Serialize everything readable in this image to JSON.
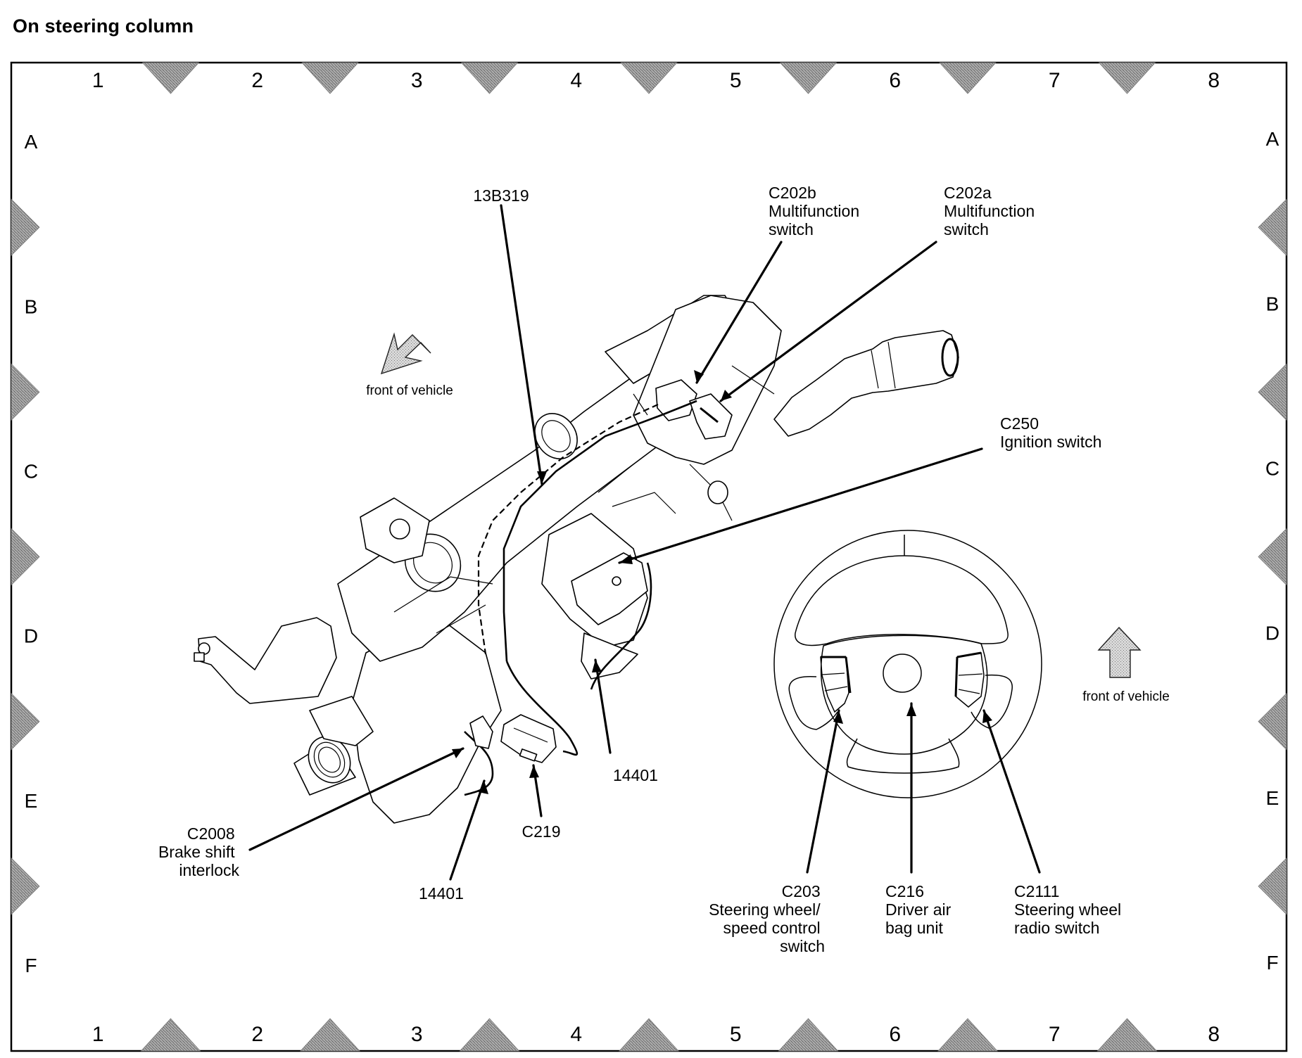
{
  "title": "On steering column",
  "grid": {
    "columns": [
      "1",
      "2",
      "3",
      "4",
      "5",
      "6",
      "7",
      "8"
    ],
    "rows": [
      "A",
      "B",
      "C",
      "D",
      "E",
      "F"
    ]
  },
  "orientation": {
    "left_arrow_label": "front of vehicle",
    "right_arrow_label": "front of vehicle"
  },
  "callouts": {
    "c13b319": {
      "lines": [
        "13B319"
      ]
    },
    "c202b": {
      "lines": [
        "C202b",
        "Multifunction",
        "switch"
      ]
    },
    "c202a": {
      "lines": [
        "C202a",
        "Multifunction",
        "switch"
      ]
    },
    "c250": {
      "lines": [
        "C250",
        "Ignition switch"
      ]
    },
    "c14401_right": {
      "lines": [
        "14401"
      ]
    },
    "c2008": {
      "lines": [
        "C2008",
        "Brake shift",
        "interlock"
      ]
    },
    "c14401_left": {
      "lines": [
        "14401"
      ]
    },
    "c219": {
      "lines": [
        "C219"
      ]
    },
    "c203": {
      "lines": [
        "C203",
        "Steering wheel/",
        "speed control",
        "switch"
      ]
    },
    "c216": {
      "lines": [
        "C216",
        "Driver air",
        "bag unit"
      ]
    },
    "c2111": {
      "lines": [
        "C2111",
        "Steering wheel",
        "radio switch"
      ]
    }
  },
  "colors": {
    "ink": "#000000",
    "marker_gray": "#8a8a8a",
    "arrow_gray": "#bdbdbd",
    "background": "#ffffff"
  }
}
